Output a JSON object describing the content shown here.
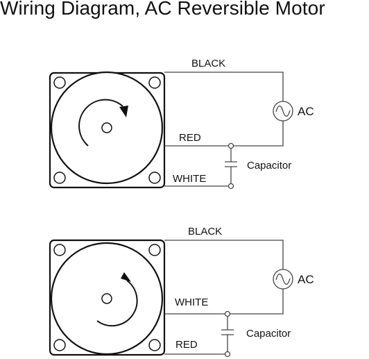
{
  "title": "Wiring Diagram, AC Reversible Motor",
  "diagram1": {
    "label_black": "BLACK",
    "label_red": "RED",
    "label_white": "WHITE",
    "label_ac": "AC",
    "label_capacitor": "Capacitor",
    "rotation": "clockwise"
  },
  "diagram2": {
    "label_black": "BLACK",
    "label_white": "WHITE",
    "label_red": "RED",
    "label_ac": "AC",
    "label_capacitor": "Capacitor",
    "rotation": "counterclockwise"
  }
}
